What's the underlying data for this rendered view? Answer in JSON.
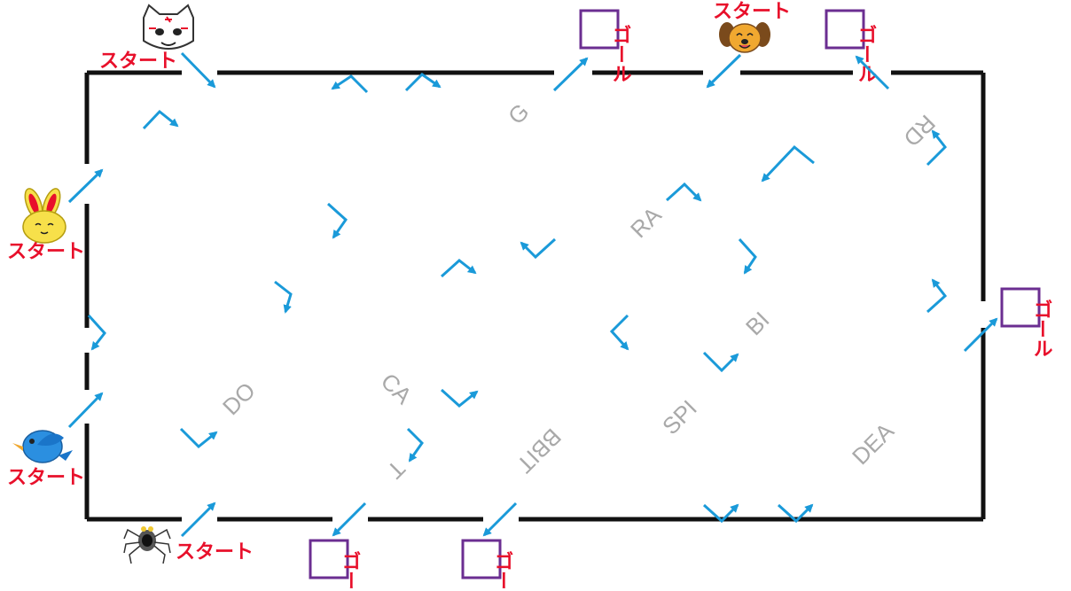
{
  "labels": {
    "start": "スタート",
    "goal": "ゴール"
  },
  "characters": [
    {
      "name": "cat",
      "icon": "cat-face-icon",
      "start_label": "スタート"
    },
    {
      "name": "dog",
      "icon": "dog-face-icon",
      "start_label": "スタート"
    },
    {
      "name": "rabbit",
      "icon": "rabbit-face-icon",
      "start_label": "スタート"
    },
    {
      "name": "bird",
      "icon": "bird-icon",
      "start_label": "スタート"
    },
    {
      "name": "spider",
      "icon": "spider-icon",
      "start_label": "スタート"
    }
  ],
  "goals": [
    "ゴール",
    "ゴール",
    "ゴール",
    "ゴール",
    "ゴール"
  ],
  "fragments": [
    "G",
    "RD",
    "RA",
    "BI",
    "SPI",
    "DEA",
    "DO",
    "CA",
    "T",
    "BBIT"
  ],
  "colors": {
    "frame": "#111111",
    "arrow": "#1a9ad9",
    "goal_box": "#6b2e91",
    "label_red": "#e8102b",
    "fragment_gray": "#a9a9a9"
  }
}
